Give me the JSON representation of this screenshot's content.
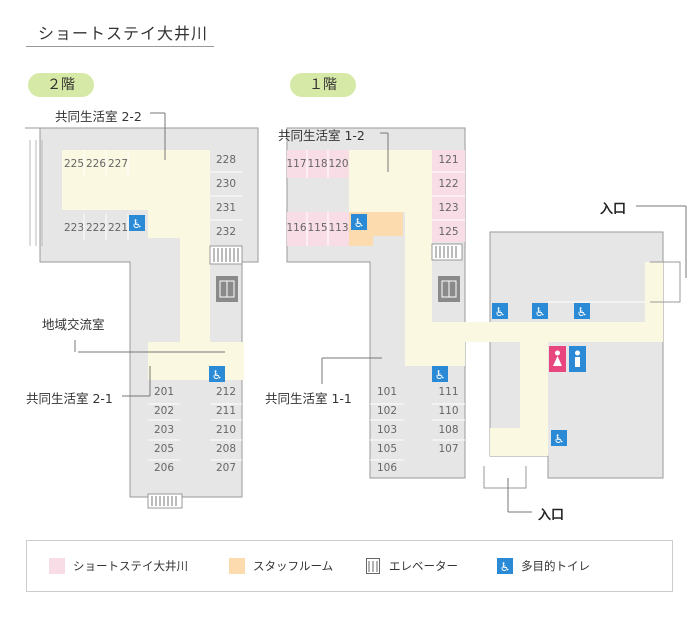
{
  "title": "ショートステイ大井川",
  "floors": {
    "floor2": {
      "label": "２階",
      "rooms_top": [
        "225",
        "226",
        "227"
      ],
      "rooms_right": [
        "228",
        "230",
        "231",
        "232"
      ],
      "rooms_mid": [
        "223",
        "222",
        "221"
      ],
      "rooms_low_left": [
        "201",
        "202",
        "203",
        "205",
        "206"
      ],
      "rooms_low_right": [
        "212",
        "211",
        "210",
        "208",
        "207"
      ],
      "labels": {
        "commons_a": "共同生活室 2-2",
        "commons_b": "共同生活室 2-1",
        "community": "地域交流室"
      }
    },
    "floor1": {
      "label": "１階",
      "rooms_top": [
        "117",
        "118",
        "120"
      ],
      "rooms_right": [
        "121",
        "122",
        "123",
        "125"
      ],
      "rooms_mid": [
        "116",
        "115",
        "113"
      ],
      "rooms_low_left": [
        "101",
        "102",
        "103",
        "105",
        "106"
      ],
      "rooms_low_right": [
        "111",
        "110",
        "108",
        "107"
      ],
      "labels": {
        "commons_a": "共同生活室 1-2",
        "commons_b": "共同生活室 1-1"
      },
      "entrances": [
        "入口",
        "入口"
      ]
    }
  },
  "legend": [
    {
      "label": "ショートステイ大井川",
      "icon": "pink-swatch",
      "color": "#f9dde6"
    },
    {
      "label": "スタッフルーム",
      "icon": "orange-swatch",
      "color": "#fcdcae"
    },
    {
      "label": "エレベーター",
      "icon": "elevator-icon",
      "color": "#8a8a8a"
    },
    {
      "label": "多目的トイレ",
      "icon": "accessible-icon",
      "color": "#2b8ad6"
    }
  ],
  "colors": {
    "pink": "#f9dde6",
    "orange": "#fcdcae",
    "corridor": "#fbf8e2",
    "building": "#e6e6e6",
    "wall": "#9a9a9a",
    "pill": "#d7e9a6",
    "blue": "#2b8ad6",
    "womens": "#e8467f",
    "mens": "#2b8ad6"
  }
}
